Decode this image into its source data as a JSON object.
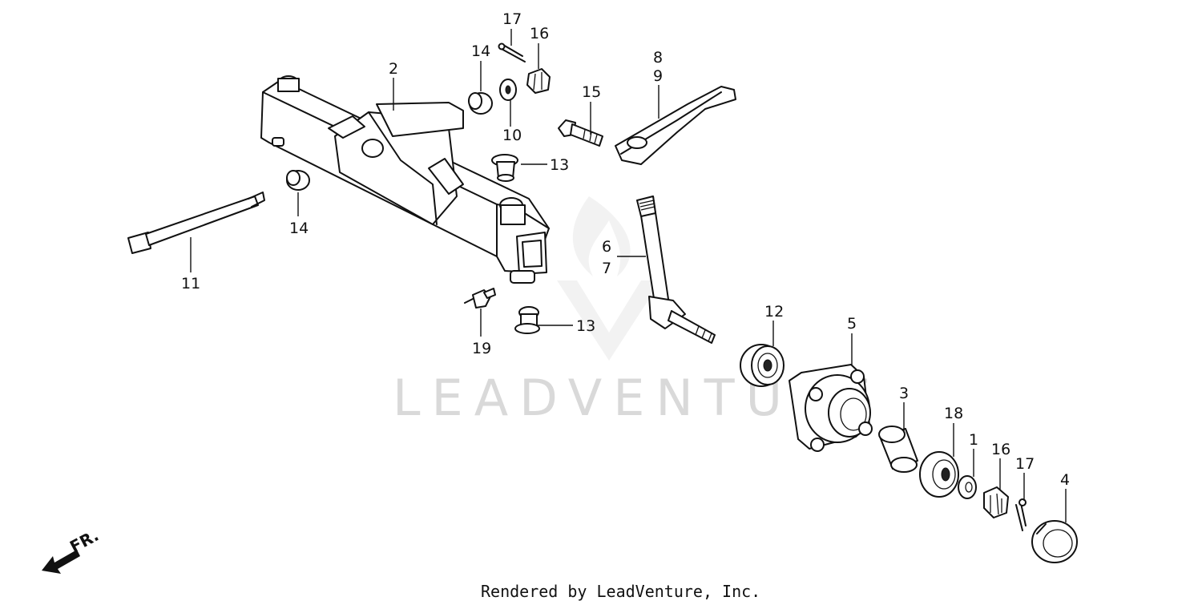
{
  "footer": "Rendered by LeadVenture, Inc.",
  "watermark": "LEADVENTURE",
  "direction_label": "FR.",
  "callouts": [
    "17",
    "16",
    "14",
    "2",
    "10",
    "13",
    "15",
    "8",
    "9",
    "14",
    "11",
    "6",
    "7",
    "12",
    "5",
    "19",
    "13",
    "3",
    "18",
    "1",
    "16",
    "17",
    "4"
  ],
  "colors": {
    "line": "#111111",
    "watermark": "#d9d9d9",
    "background": "#ffffff"
  }
}
